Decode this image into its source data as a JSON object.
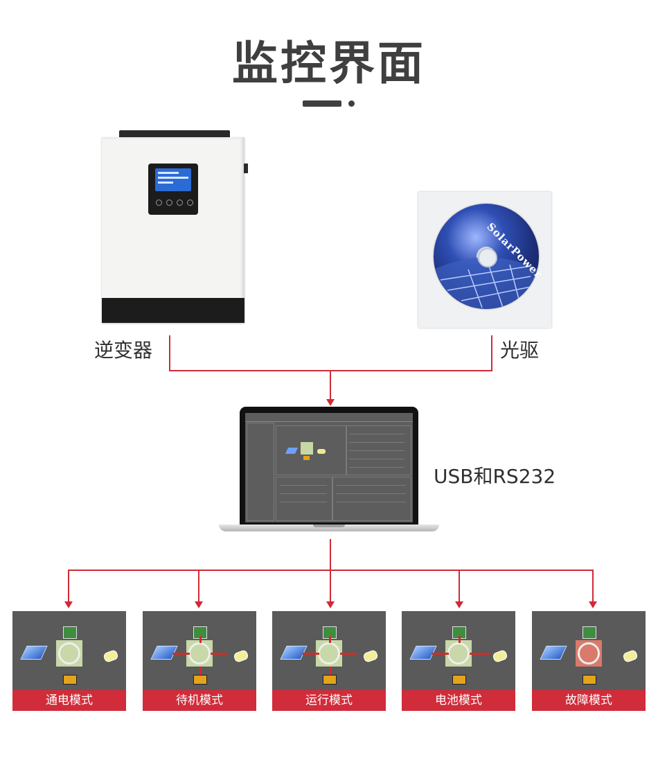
{
  "title": "监控界面",
  "devices": {
    "inverter_label": "逆变器",
    "cd_label": "光驱",
    "cd_brand": "SolarPower",
    "connection_label": "USB和RS232"
  },
  "modes": [
    {
      "label": "通电模式"
    },
    {
      "label": "待机模式"
    },
    {
      "label": "运行模式"
    },
    {
      "label": "电池模式"
    },
    {
      "label": "故障模式"
    }
  ],
  "colors": {
    "accent": "#d12c3a",
    "title": "#3f3f3f",
    "card_bg": "#5a5a5a"
  }
}
